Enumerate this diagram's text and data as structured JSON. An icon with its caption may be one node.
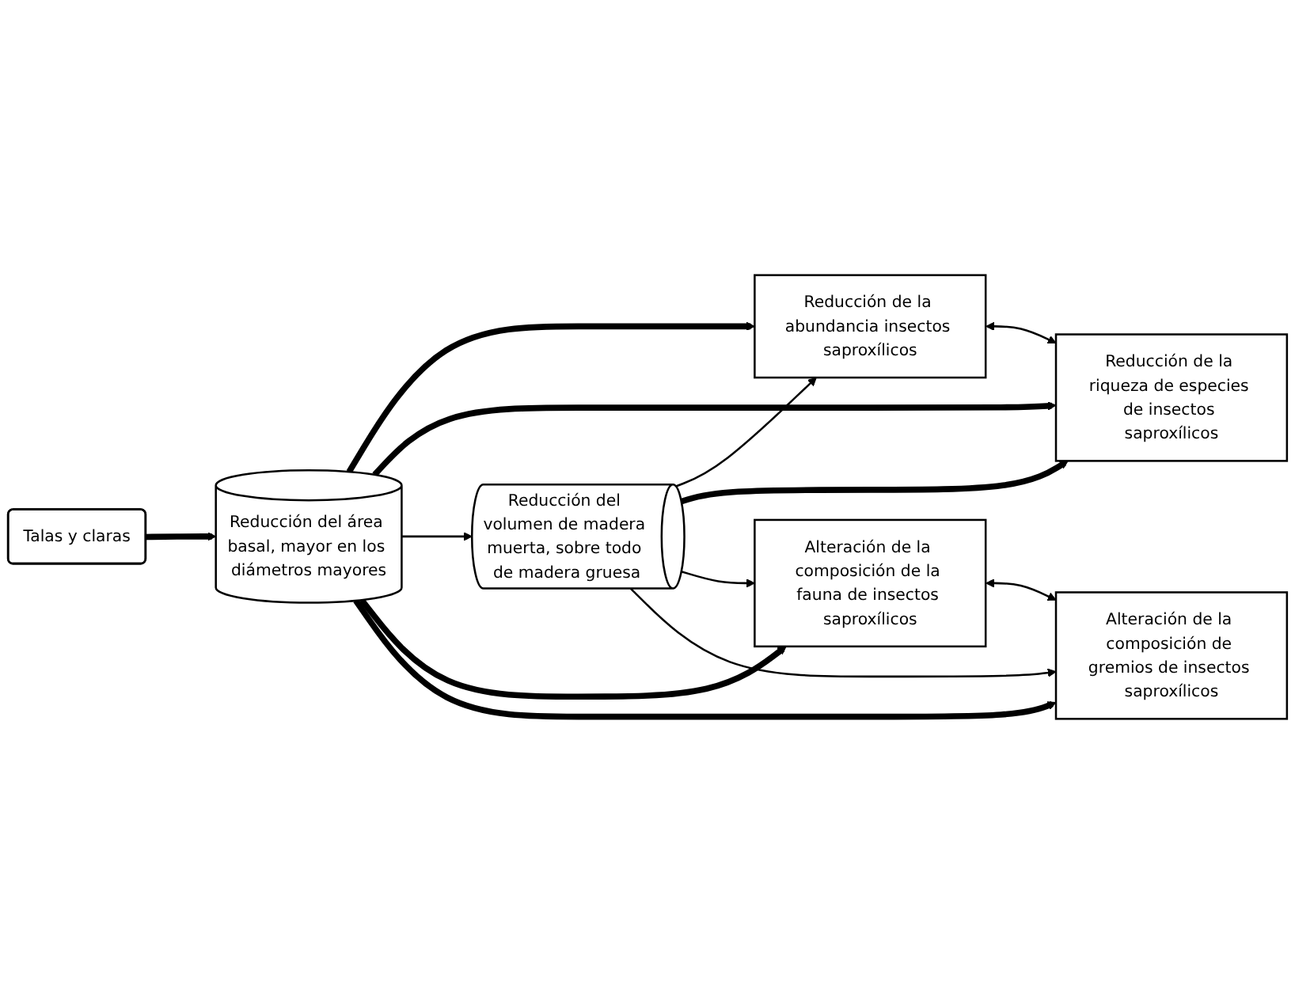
{
  "diagram": {
    "nodes": [
      {
        "text": [
          "Talas y claras"
        ]
      },
      {
        "text": [
          "Reducción del área basal, mayor en los diámetros mayores"
        ]
      },
      {
        "text": [
          "Reducción de la abundancia insectos saproxílicos"
        ]
      },
      {
        "text": [
          "Reducción de la riqueza de especies de insectos saproxílicos"
        ]
      },
      {
        "text": [
          "Reducción del volumen de madera muerta, sobre todo de madera gruesa"
        ]
      },
      {
        "text": [
          "Alteración de la composición de la fauna de insectos saproxílicos"
        ]
      },
      {
        "text": [
          "Alteración de la composición de gremios de insectos saproxílicos"
        ]
      }
    ],
    "edges": [
      {
        "from": 0,
        "to": 1,
        "arrow": "to",
        "style": "thick"
      },
      {
        "from": 1,
        "to": 2,
        "arrow": "to",
        "style": "thick"
      },
      {
        "from": 1,
        "to": 3,
        "arrow": "to",
        "style": "thick"
      },
      {
        "from": 1,
        "to": 4,
        "arrow": "to"
      },
      {
        "from": 1,
        "to": 5,
        "arrow": "to",
        "style": "thick"
      },
      {
        "from": 1,
        "to": 6,
        "arrow": "to",
        "style": "thick"
      },
      {
        "from": 4,
        "to": 2,
        "arrow": "to"
      },
      {
        "from": 4,
        "to": 3,
        "arrow": "to",
        "style": "thick"
      },
      {
        "from": 4,
        "to": 5,
        "arrow": "to"
      },
      {
        "from": 4,
        "to": 6,
        "arrow": "to"
      },
      {
        "from": 2,
        "to": 3,
        "arrow": "both"
      },
      {
        "from": 5,
        "to": 6,
        "arrow": "both"
      }
    ]
  }
}
